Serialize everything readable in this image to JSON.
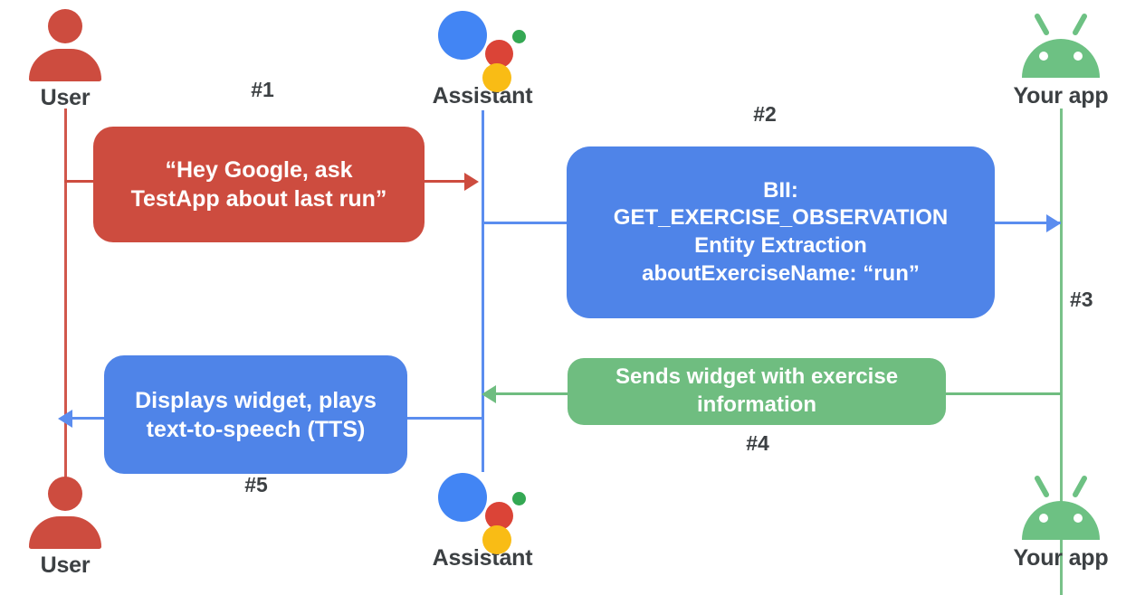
{
  "diagram": {
    "title": "Google Assistant App Actions sequence flow",
    "colors": {
      "user_red": "#cd4c3f",
      "assistant_blue": "#4f84e8",
      "app_green": "#6fbd80",
      "label_gray": "#3c4043"
    }
  },
  "actors": {
    "top": [
      {
        "id": "user",
        "label": "User",
        "icon": "user-person-icon"
      },
      {
        "id": "assistant",
        "label": "Assistant",
        "icon": "google-assistant-icon"
      },
      {
        "id": "app",
        "label": "Your app",
        "icon": "android-robot-icon"
      }
    ],
    "bottom": [
      {
        "id": "user",
        "label": "User",
        "icon": "user-person-icon"
      },
      {
        "id": "assistant",
        "label": "Assistant",
        "icon": "google-assistant-icon"
      },
      {
        "id": "app",
        "label": "Your app",
        "icon": "android-robot-icon"
      }
    ]
  },
  "steps": [
    {
      "number": "#1",
      "from": "user",
      "to": "assistant",
      "color": "red",
      "lines": [
        "“Hey Google, ask",
        "TestApp about last run”"
      ],
      "text": "“Hey Google, ask TestApp about last run”"
    },
    {
      "number": "#2",
      "from": "assistant",
      "to": "app",
      "color": "blue",
      "lines": [
        "BII:",
        "GET_EXERCISE_OBSERVATION",
        "Entity Extraction",
        "aboutExerciseName: “run”"
      ],
      "text": "BII: GET_EXERCISE_OBSERVATION Entity Extraction aboutExerciseName: “run”"
    },
    {
      "number": "#3",
      "from": "assistant",
      "to": "app",
      "color": "blue",
      "lines": [],
      "text": ""
    },
    {
      "number": "#4",
      "from": "app",
      "to": "assistant",
      "color": "green",
      "lines": [
        "Sends widget with exercise",
        "information"
      ],
      "text": "Sends widget with exercise information"
    },
    {
      "number": "#5",
      "from": "assistant",
      "to": "user",
      "color": "blue",
      "lines": [
        "Displays widget, plays",
        "text-to-speech (TTS)"
      ],
      "text": "Displays widget, plays text-to-speech (TTS)"
    }
  ]
}
